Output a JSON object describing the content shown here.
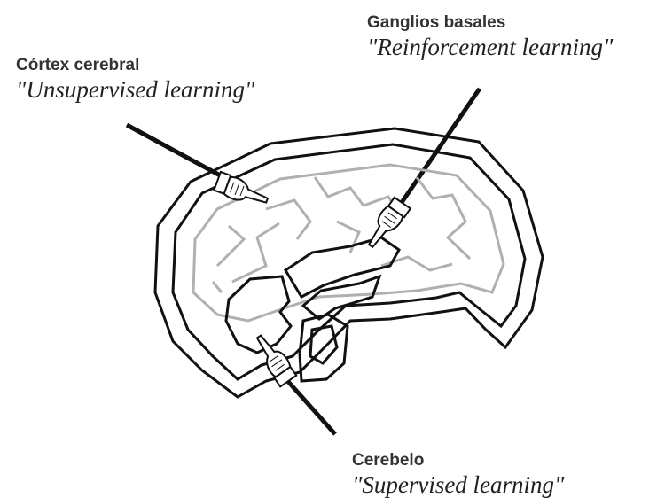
{
  "labels": {
    "cortex": {
      "name": "Córtex cerebral",
      "role": "\"Unsupervised learning\""
    },
    "basal": {
      "name": "Ganglios basales",
      "role": "\"Reinforcement learning\""
    },
    "cerebellum": {
      "name": "Cerebelo",
      "role": "\"Supervised learning\""
    }
  },
  "colors": {
    "outline": "#111111",
    "inner_fold": "#b0b0b0",
    "background": "#ffffff"
  },
  "icons": [
    "pointing-hand-icon"
  ]
}
